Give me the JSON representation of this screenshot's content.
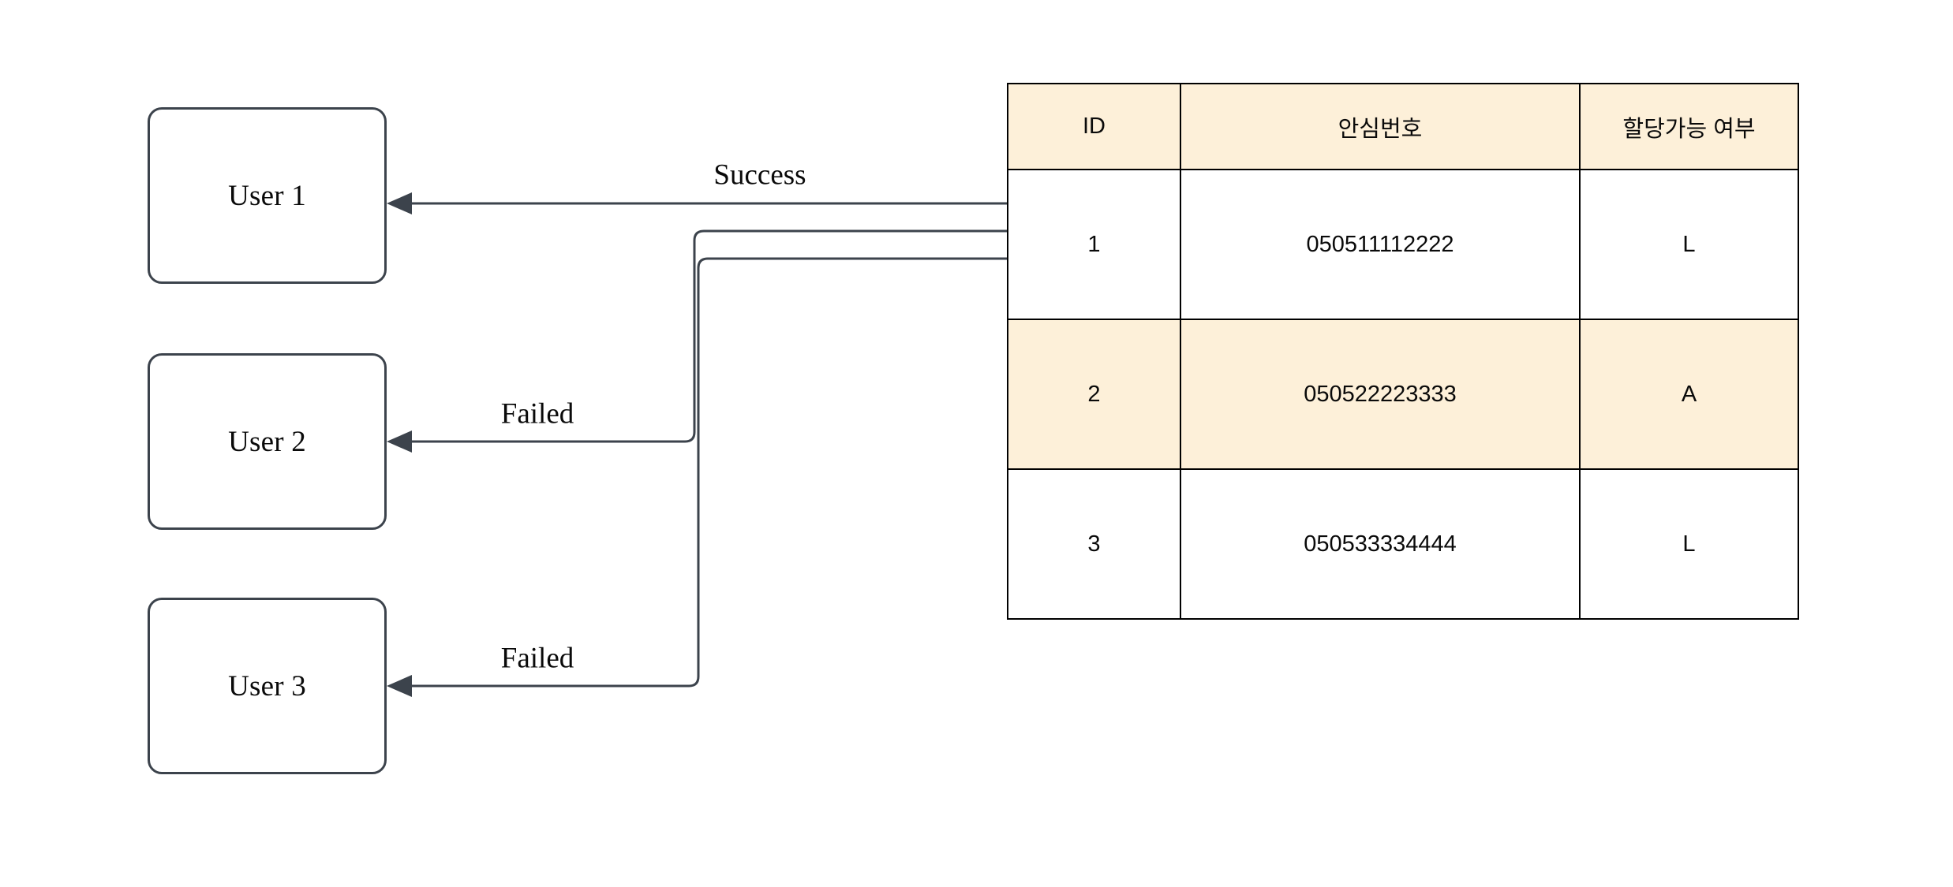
{
  "diagram": {
    "type": "flow-with-table",
    "nodes": [
      {
        "id": "user1",
        "label": "User 1"
      },
      {
        "id": "user2",
        "label": "User 2"
      },
      {
        "id": "user3",
        "label": "User 3"
      }
    ],
    "edges": [
      {
        "id": "edge-user1",
        "label": "Success",
        "target": "user1",
        "source": "safe-number-table"
      },
      {
        "id": "edge-user2",
        "label": "Failed",
        "target": "user2",
        "source": "safe-number-table"
      },
      {
        "id": "edge-user3",
        "label": "Failed",
        "target": "user3",
        "source": "safe-number-table"
      }
    ]
  },
  "table": {
    "columns": [
      "ID",
      "안심번호",
      "할당가능 여부"
    ],
    "rows": [
      {
        "id": "1",
        "number": "050511112222",
        "flag": "L",
        "highlight": false
      },
      {
        "id": "2",
        "number": "050522223333",
        "flag": "A",
        "highlight": true
      },
      {
        "id": "3",
        "number": "050533334444",
        "flag": "L",
        "highlight": false
      }
    ]
  },
  "colors": {
    "header_fill": "#fdf0d9",
    "row_highlight_fill": "#fdf0d9",
    "node_stroke": "#3c434c",
    "edge_stroke": "#3c434c",
    "table_border": "#000000",
    "background": "#ffffff"
  }
}
